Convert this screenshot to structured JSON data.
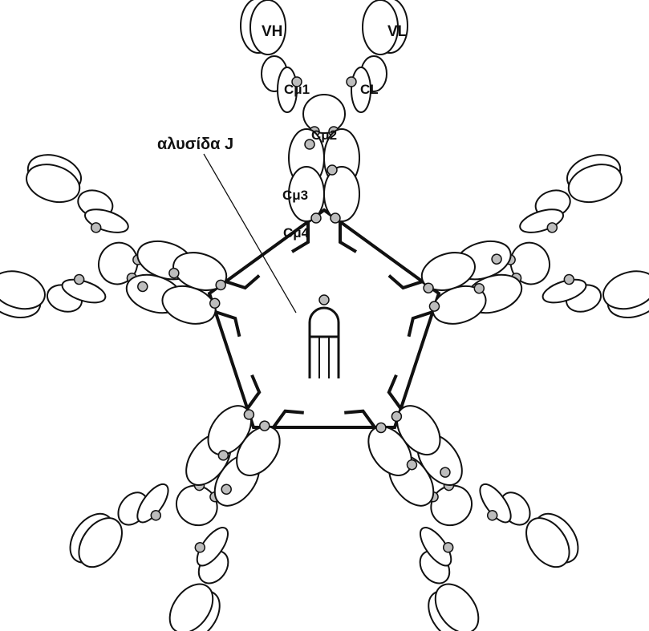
{
  "labels": {
    "vh": "VH",
    "vl": "VL",
    "cmu1": "Cμ1",
    "cl": "CL",
    "cmu2": "Cμ2",
    "cmu3": "Cμ3",
    "cmu4": "Cμ4",
    "j_chain": "αλυσίδα J"
  },
  "colors": {
    "ink": "#111111",
    "domain_fill": "#ffffff",
    "disulfide_fill": "#bdbdbd"
  }
}
